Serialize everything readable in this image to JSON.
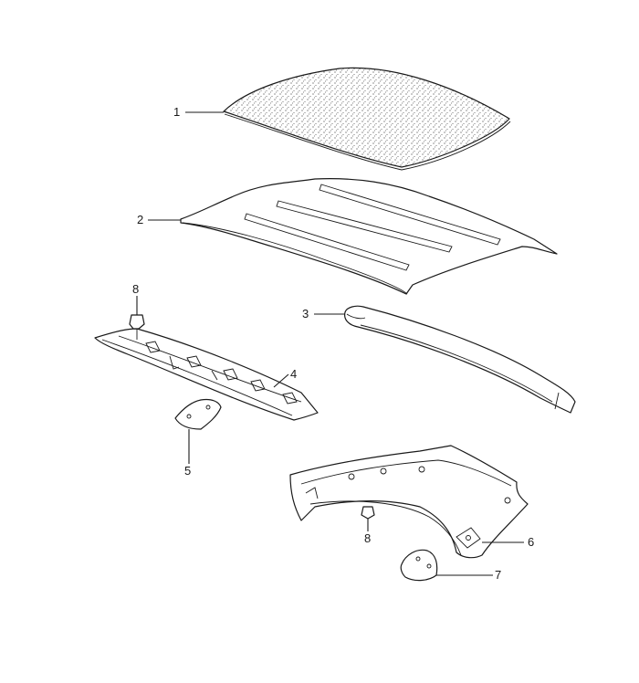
{
  "callouts": [
    {
      "id": "1",
      "part": "roof-insulation-mat"
    },
    {
      "id": "2",
      "part": "roof-panel"
    },
    {
      "id": "3",
      "part": "roof-seal-strip"
    },
    {
      "id": "4",
      "part": "front-cross-member-trim"
    },
    {
      "id": "5",
      "part": "mounting-bracket"
    },
    {
      "id": "6",
      "part": "rear-side-trim-panel"
    },
    {
      "id": "7",
      "part": "trim-cover-plate"
    },
    {
      "id": "8",
      "part": "clip"
    }
  ],
  "labels": {
    "c1": "1",
    "c2": "2",
    "c3": "3",
    "c4": "4",
    "c5": "5",
    "c6": "6",
    "c7": "7",
    "c8a": "8",
    "c8b": "8"
  },
  "colors": {
    "line": "#1a1a1a",
    "background": "#ffffff",
    "stipple": "#444444"
  }
}
